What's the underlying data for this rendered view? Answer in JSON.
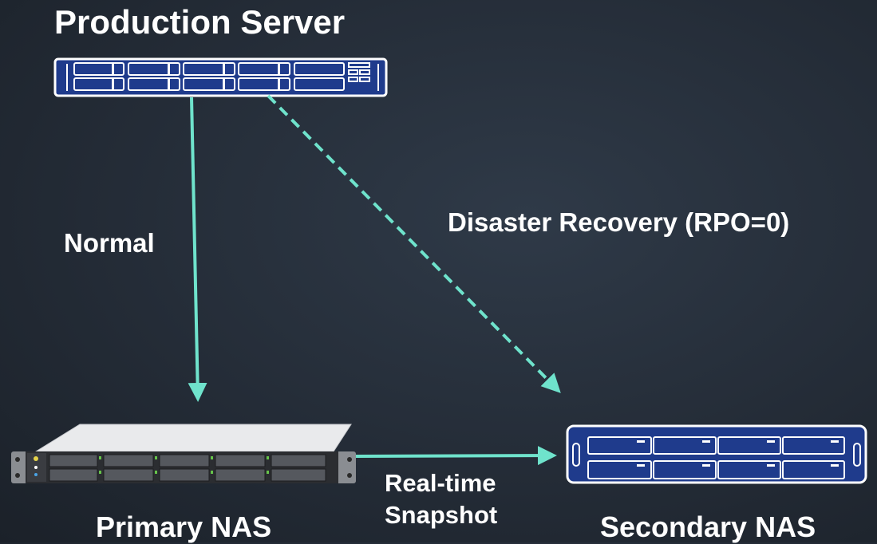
{
  "title": "Production Server",
  "links": {
    "normal": "Normal",
    "disaster_recovery": "Disaster Recovery (RPO=0)",
    "replication_line1": "Real-time",
    "replication_line2": "Snapshot"
  },
  "nodes": {
    "primary_nas": "Primary NAS",
    "secondary_nas": "Secondary NAS"
  },
  "colors": {
    "arrow": "#6fe3cc",
    "rack_blue": "#1f3b8c",
    "rack_frame": "#ffffff"
  }
}
